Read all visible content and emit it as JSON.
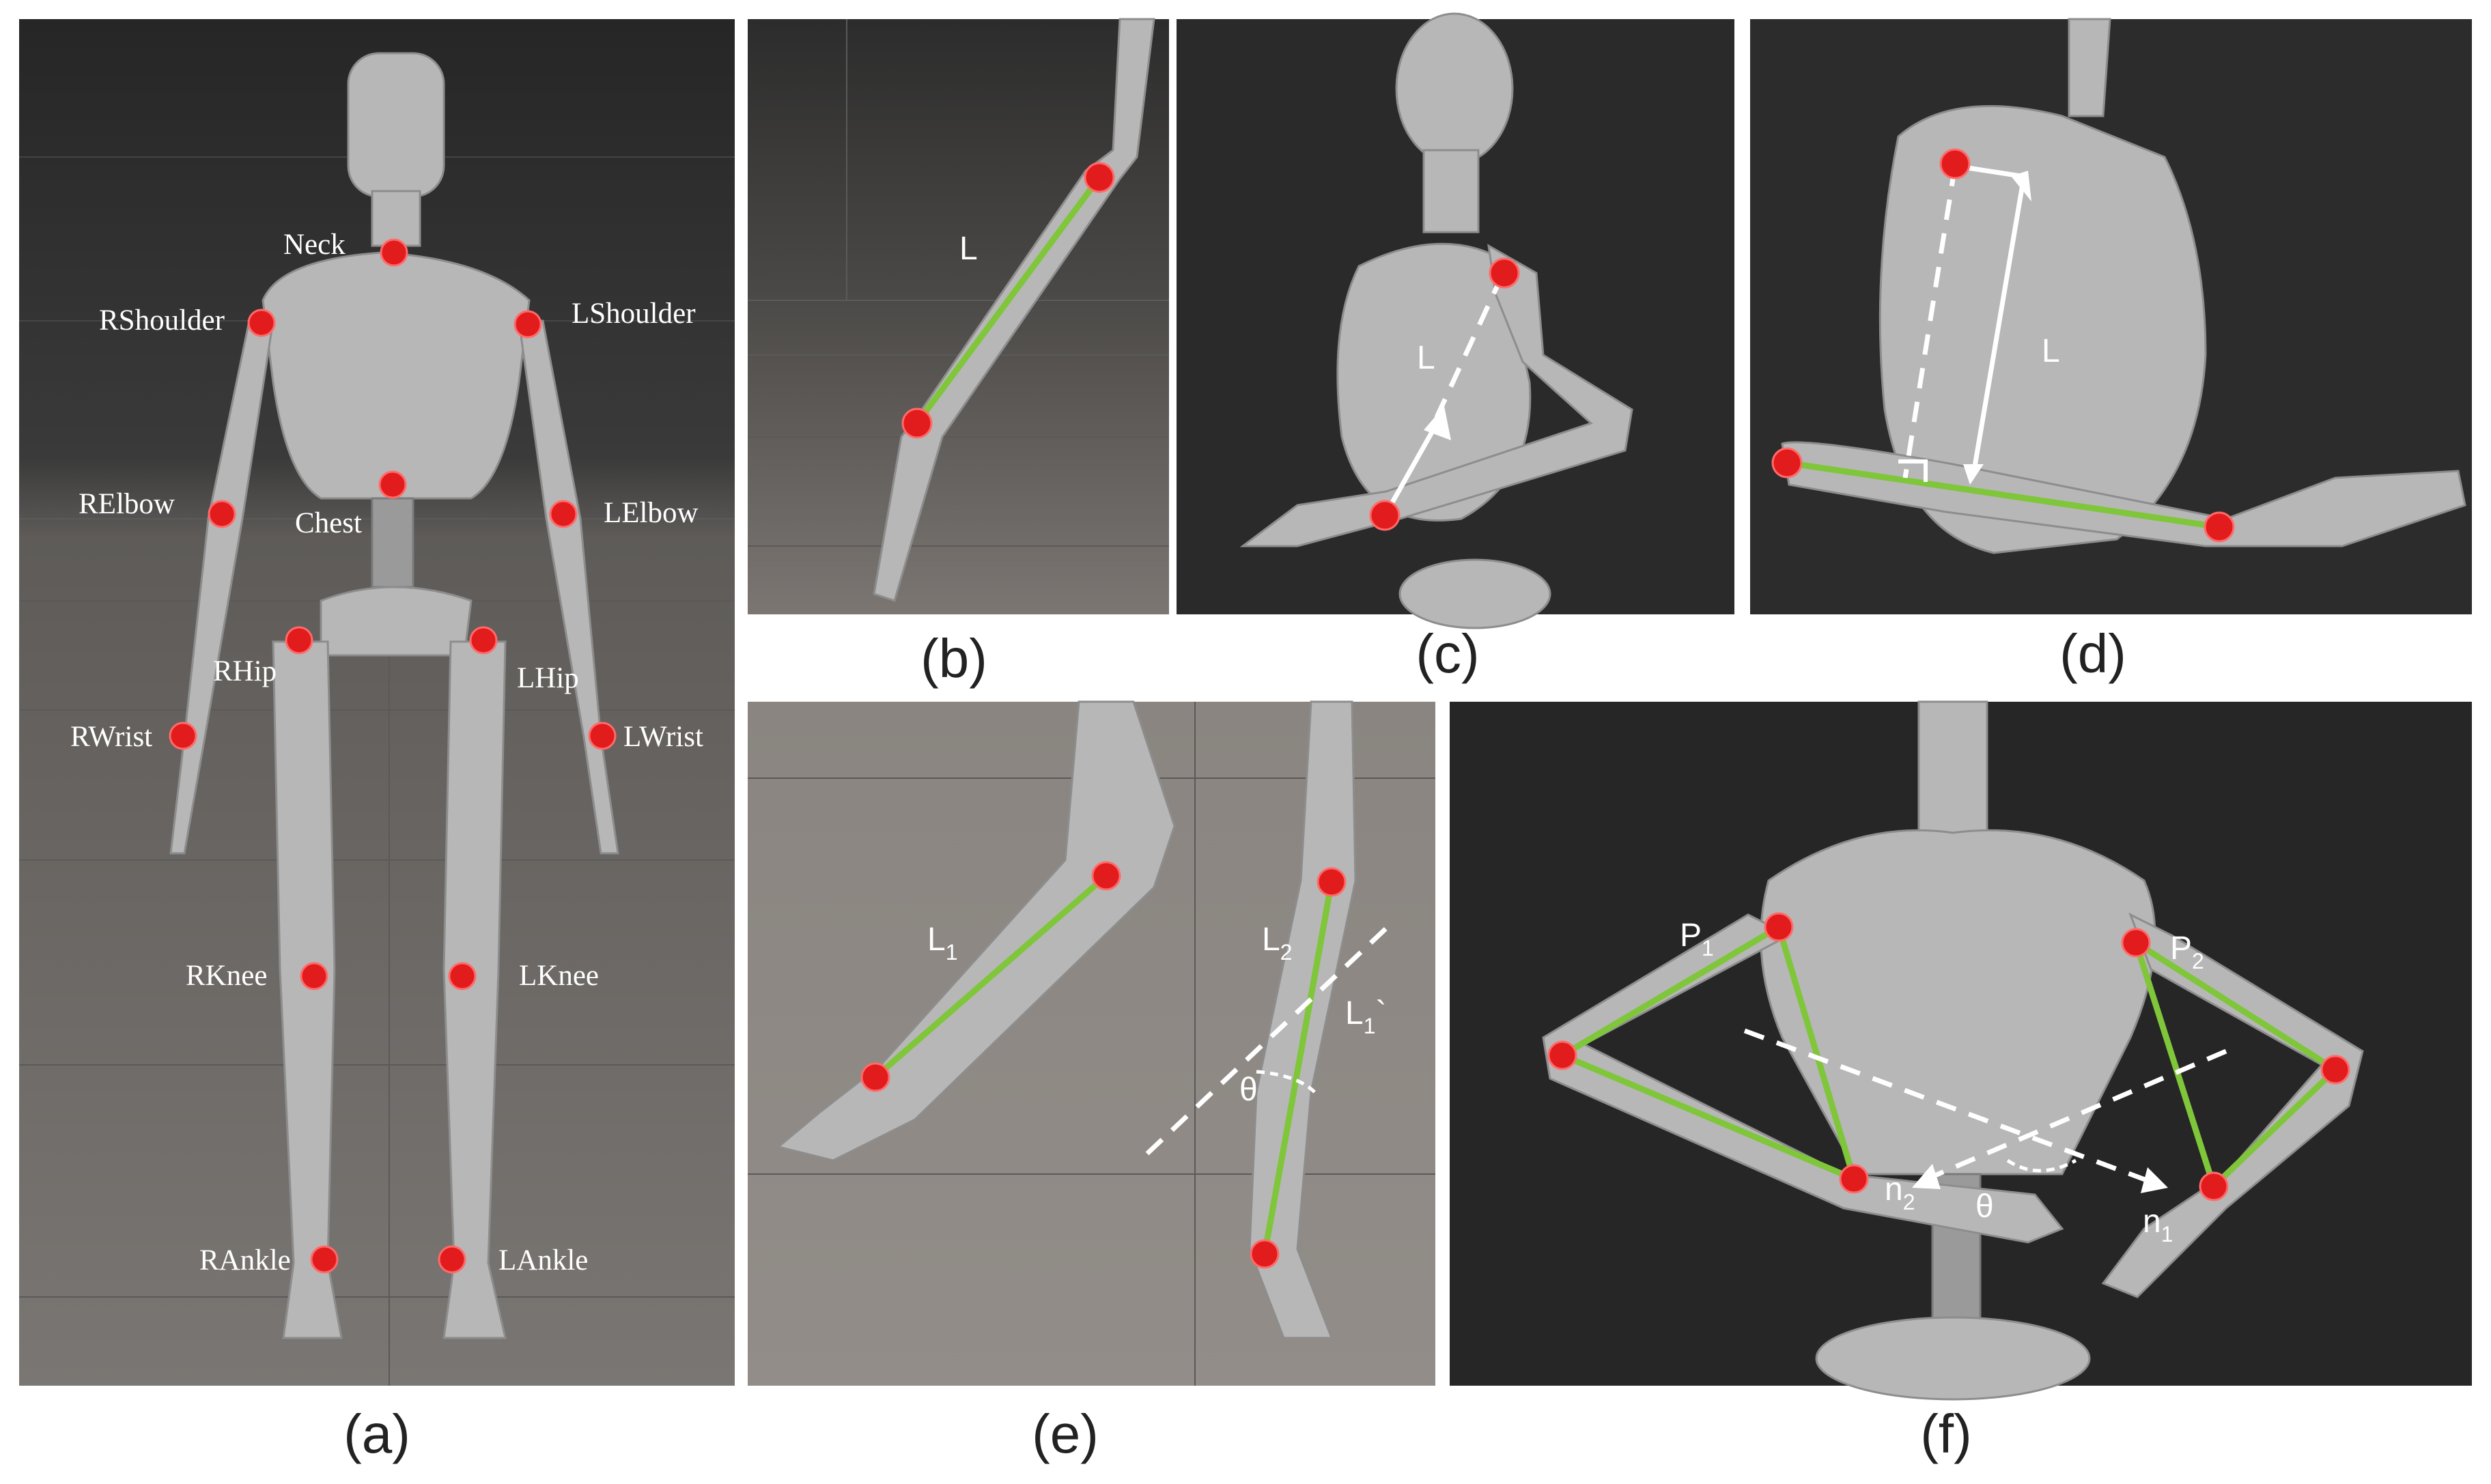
{
  "captions": {
    "a": "(a)",
    "b": "(b)",
    "c": "(c)",
    "d": "(d)",
    "e": "(e)",
    "f": "(f)"
  },
  "joints_a": {
    "neck": "Neck",
    "rshoulder": "RShoulder",
    "lshoulder": "LShoulder",
    "relbow": "RElbow",
    "lelbow": "LElbow",
    "chest": "Chest",
    "rhip": "RHip",
    "lhip": "LHip",
    "rwrist": "RWrist",
    "lwrist": "LWrist",
    "rknee": "RKnee",
    "lknee": "LKnee",
    "rankle": "RAnkle",
    "lankle": "LAnkle"
  },
  "panel_b": {
    "length_label": "L"
  },
  "panel_c": {
    "length_label": "L"
  },
  "panel_d": {
    "length_label": "L"
  },
  "panel_e": {
    "l1_base": "L",
    "l1_sub": "1",
    "l2_base": "L",
    "l2_sub": "2",
    "l1p_base": "L",
    "l1p_sub": "1",
    "l1p_suffix": "`",
    "theta": "θ"
  },
  "panel_f": {
    "p1_base": "P",
    "p1_sub": "1",
    "p2_base": "P",
    "p2_sub": "2",
    "n1_base": "n",
    "n1_sub": "1",
    "n2_base": "n",
    "n2_sub": "2",
    "theta": "θ"
  },
  "colors": {
    "joint": "#e21c1c",
    "segment": "#7fc63a",
    "annotation": "#ffffff",
    "background_dark": "#2e2e2e",
    "floor": "#6e6a66"
  }
}
